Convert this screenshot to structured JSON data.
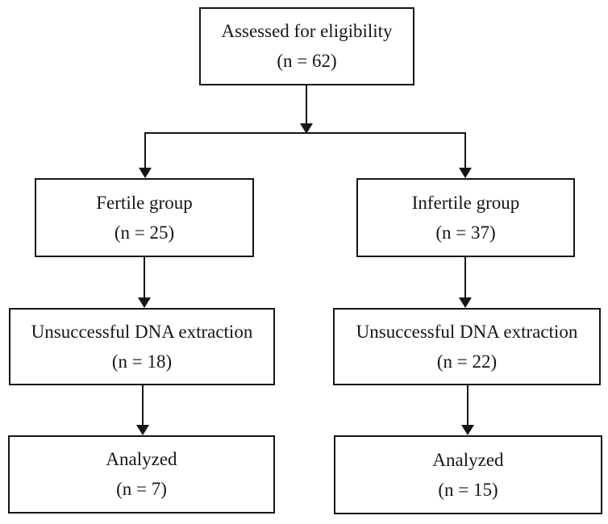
{
  "diagram": {
    "type": "flowchart",
    "description": "participant flow diagram"
  },
  "colors": {
    "background": "#ffffff",
    "box_border": "#161616",
    "text": "#161616",
    "line": "#161616"
  },
  "nodes": {
    "assessed": {
      "label": "Assessed for eligibility",
      "count": "(n = 62)"
    },
    "fertile": {
      "label": "Fertile group",
      "count": "(n = 25)"
    },
    "infertile": {
      "label": "Infertile group",
      "count": "(n = 37)"
    },
    "fertile_extraction": {
      "label": "Unsuccessful DNA extraction",
      "count": "(n = 18)"
    },
    "infertile_extraction": {
      "label": "Unsuccessful DNA extraction",
      "count": "(n = 22)"
    },
    "fertile_analyzed": {
      "label": "Analyzed",
      "count": "(n = 7)"
    },
    "infertile_analyzed": {
      "label": "Analyzed",
      "count": "(n = 15)"
    }
  },
  "edges": [
    {
      "from": "assessed",
      "to": "fertile"
    },
    {
      "from": "assessed",
      "to": "infertile"
    },
    {
      "from": "fertile",
      "to": "fertile_extraction"
    },
    {
      "from": "infertile",
      "to": "infertile_extraction"
    },
    {
      "from": "fertile_extraction",
      "to": "fertile_analyzed"
    },
    {
      "from": "infertile_extraction",
      "to": "infertile_analyzed"
    }
  ]
}
